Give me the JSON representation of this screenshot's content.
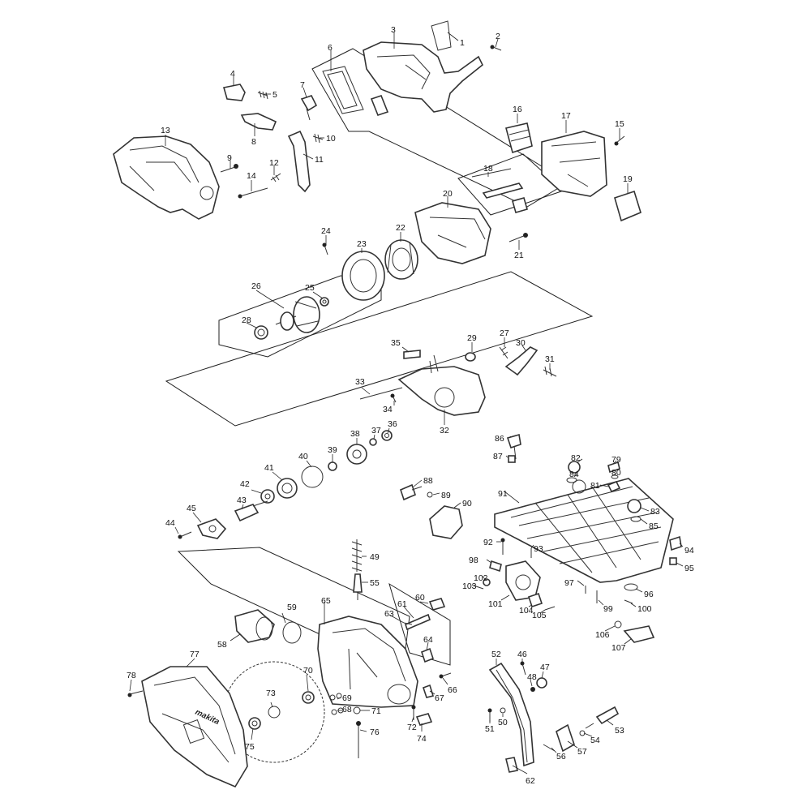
{
  "diagram": {
    "parts": [
      {
        "n": "1"
      },
      {
        "n": "2"
      },
      {
        "n": "3"
      },
      {
        "n": "4"
      },
      {
        "n": "5"
      },
      {
        "n": "6"
      },
      {
        "n": "7"
      },
      {
        "n": "8"
      },
      {
        "n": "9"
      },
      {
        "n": "10"
      },
      {
        "n": "11"
      },
      {
        "n": "12"
      },
      {
        "n": "13"
      },
      {
        "n": "14"
      },
      {
        "n": "15"
      },
      {
        "n": "16"
      },
      {
        "n": "17"
      },
      {
        "n": "18"
      },
      {
        "n": "19"
      },
      {
        "n": "20"
      },
      {
        "n": "21"
      },
      {
        "n": "22"
      },
      {
        "n": "23"
      },
      {
        "n": "24"
      },
      {
        "n": "25"
      },
      {
        "n": "26"
      },
      {
        "n": "27"
      },
      {
        "n": "28"
      },
      {
        "n": "29"
      },
      {
        "n": "30"
      },
      {
        "n": "31"
      },
      {
        "n": "32"
      },
      {
        "n": "33"
      },
      {
        "n": "34"
      },
      {
        "n": "35"
      },
      {
        "n": "36"
      },
      {
        "n": "37"
      },
      {
        "n": "38"
      },
      {
        "n": "39"
      },
      {
        "n": "40"
      },
      {
        "n": "41"
      },
      {
        "n": "42"
      },
      {
        "n": "43"
      },
      {
        "n": "44"
      },
      {
        "n": "45"
      },
      {
        "n": "46"
      },
      {
        "n": "47"
      },
      {
        "n": "48"
      },
      {
        "n": "49"
      },
      {
        "n": "50"
      },
      {
        "n": "51"
      },
      {
        "n": "52"
      },
      {
        "n": "53"
      },
      {
        "n": "54"
      },
      {
        "n": "55"
      },
      {
        "n": "56"
      },
      {
        "n": "57"
      },
      {
        "n": "58"
      },
      {
        "n": "59"
      },
      {
        "n": "60"
      },
      {
        "n": "61"
      },
      {
        "n": "62"
      },
      {
        "n": "63"
      },
      {
        "n": "64"
      },
      {
        "n": "65"
      },
      {
        "n": "66"
      },
      {
        "n": "67"
      },
      {
        "n": "68"
      },
      {
        "n": "69"
      },
      {
        "n": "70"
      },
      {
        "n": "71"
      },
      {
        "n": "72"
      },
      {
        "n": "73"
      },
      {
        "n": "74"
      },
      {
        "n": "75"
      },
      {
        "n": "76"
      },
      {
        "n": "77"
      },
      {
        "n": "78"
      },
      {
        "n": "79"
      },
      {
        "n": "80"
      },
      {
        "n": "81"
      },
      {
        "n": "82"
      },
      {
        "n": "83"
      },
      {
        "n": "84"
      },
      {
        "n": "85"
      },
      {
        "n": "86"
      },
      {
        "n": "87"
      },
      {
        "n": "88"
      },
      {
        "n": "89"
      },
      {
        "n": "90"
      },
      {
        "n": "91"
      },
      {
        "n": "92"
      },
      {
        "n": "93"
      },
      {
        "n": "94"
      },
      {
        "n": "95"
      },
      {
        "n": "96"
      },
      {
        "n": "97"
      },
      {
        "n": "98"
      },
      {
        "n": "99"
      },
      {
        "n": "100"
      },
      {
        "n": "101"
      },
      {
        "n": "102"
      },
      {
        "n": "103"
      },
      {
        "n": "104"
      },
      {
        "n": "105"
      },
      {
        "n": "106"
      },
      {
        "n": "107"
      }
    ],
    "guard_logo": "makita"
  }
}
